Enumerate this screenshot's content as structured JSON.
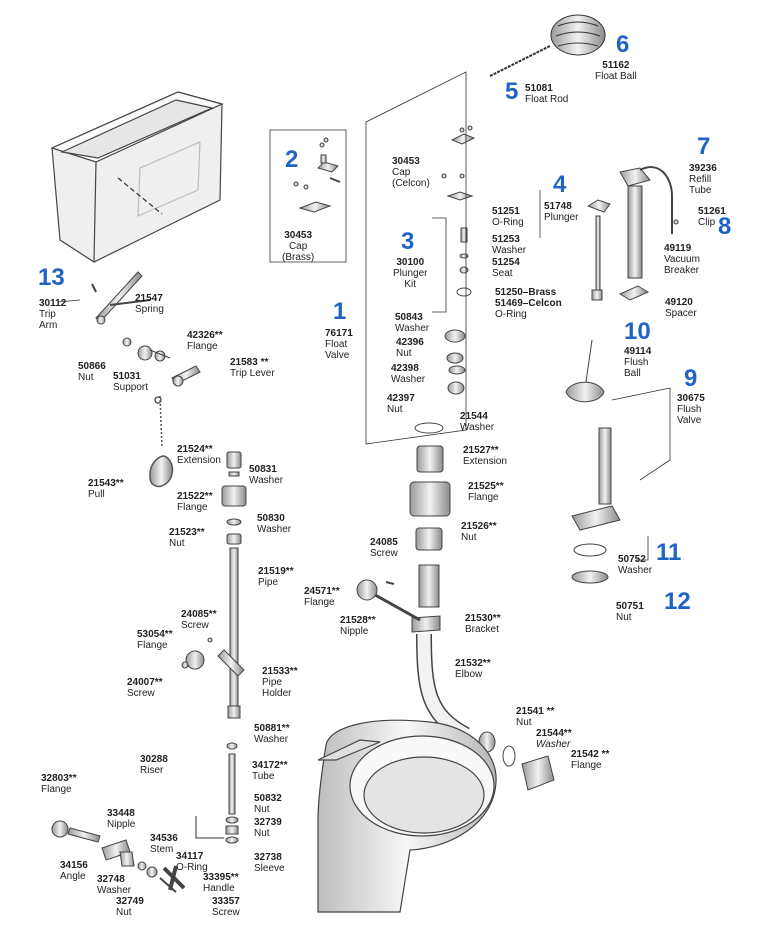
{
  "callouts": [
    "1",
    "2",
    "3",
    "4",
    "5",
    "6",
    "7",
    "8",
    "9",
    "10",
    "11",
    "12",
    "13"
  ],
  "parts": {
    "p51162": {
      "no": "51162",
      "name": "Float Ball"
    },
    "p51081": {
      "no": "51081",
      "name": "Float Rod"
    },
    "p30453c": {
      "no": "30453",
      "name": "Cap\n(Celcon)"
    },
    "p30453b": {
      "no": "30453",
      "name": "Cap\n(Brass)"
    },
    "p51251": {
      "no": "51251",
      "name": "O-Ring"
    },
    "p51253": {
      "no": "51253",
      "name": "Washer"
    },
    "p51254": {
      "no": "51254",
      "name": "Seat"
    },
    "p51250": {
      "no": "51250–Brass",
      "name": ""
    },
    "p51469": {
      "no": "51469–Celcon",
      "name": "O-Ring"
    },
    "p30100": {
      "no": "30100",
      "name": "Plunger\nKit"
    },
    "p51748": {
      "no": "51748",
      "name": "Plunger"
    },
    "p39236": {
      "no": "39236",
      "name": "Refill\nTube"
    },
    "p51261": {
      "no": "51261",
      "name": "Clip"
    },
    "p49119": {
      "no": "49119",
      "name": "Vacuum\nBreaker"
    },
    "p49120": {
      "no": "49120",
      "name": "Spacer"
    },
    "p49114": {
      "no": "49114",
      "name": "Flush\nBall"
    },
    "p30675": {
      "no": "30675",
      "name": "Flush\nValve"
    },
    "p50752": {
      "no": "50752",
      "name": "Washer"
    },
    "p50751": {
      "no": "50751",
      "name": "Nut"
    },
    "p76171": {
      "no": "76171",
      "name": "Float\nValve"
    },
    "p50843": {
      "no": "50843",
      "name": "Washer"
    },
    "p42396": {
      "no": "42396",
      "name": "Nut"
    },
    "p42398": {
      "no": "42398",
      "name": "Washer"
    },
    "p42397": {
      "no": "42397",
      "name": "Nut"
    },
    "p21544a": {
      "no": "21544",
      "name": "Washer"
    },
    "p21527": {
      "no": "21527**",
      "name": "Extension"
    },
    "p21525": {
      "no": "21525**",
      "name": "Flange"
    },
    "p21526": {
      "no": "21526**",
      "name": "Nut"
    },
    "p24085a": {
      "no": "24085",
      "name": "Screw"
    },
    "p24571": {
      "no": "24571**",
      "name": "Flange"
    },
    "p21528": {
      "no": "21528**",
      "name": "Nipple"
    },
    "p21530": {
      "no": "21530**",
      "name": "Bracket"
    },
    "p21532": {
      "no": "21532**",
      "name": "Elbow"
    },
    "p21541": {
      "no": "21541 **",
      "name": "Nut"
    },
    "p21544b": {
      "no": "21544**",
      "name": "Washer"
    },
    "p21542": {
      "no": "21542 **",
      "name": "Flange"
    },
    "p30112": {
      "no": "30112",
      "name": "Trip\nArm"
    },
    "p21547": {
      "no": "21547",
      "name": "Spring"
    },
    "p42326": {
      "no": "42326**",
      "name": "Flange"
    },
    "p50866": {
      "no": "50866",
      "name": "Nut"
    },
    "p51031": {
      "no": "51031",
      "name": "Support"
    },
    "p21583": {
      "no": "21583 **",
      "name": "Trip Lever"
    },
    "p21543": {
      "no": "21543**",
      "name": "Pull"
    },
    "p21524": {
      "no": "21524**",
      "name": "Extension"
    },
    "p50831": {
      "no": "50831",
      "name": "Washer"
    },
    "p21522": {
      "no": "21522**",
      "name": "Flange"
    },
    "p50830": {
      "no": "50830",
      "name": "Washer"
    },
    "p21523": {
      "no": "21523**",
      "name": "Nut"
    },
    "p21519": {
      "no": "21519**",
      "name": "Pipe"
    },
    "p24085b": {
      "no": "24085**",
      "name": "Screw"
    },
    "p53054": {
      "no": "53054**",
      "name": "Flange"
    },
    "p24007": {
      "no": "24007**",
      "name": "Screw"
    },
    "p21533": {
      "no": "21533**",
      "name": "Pipe\nHolder"
    },
    "p50881": {
      "no": "50881**",
      "name": "Washer"
    },
    "p30288": {
      "no": "30288",
      "name": "Riser"
    },
    "p34172": {
      "no": "34172**",
      "name": "Tube"
    },
    "p50832": {
      "no": "50832",
      "name": "Nut"
    },
    "p32739": {
      "no": "32739",
      "name": "Nut"
    },
    "p32738": {
      "no": "32738",
      "name": "Sleeve"
    },
    "p32803": {
      "no": "32803**",
      "name": "Flange"
    },
    "p33448": {
      "no": "33448",
      "name": "Nipple"
    },
    "p34536": {
      "no": "34536",
      "name": "Stem"
    },
    "p34117": {
      "no": "34117",
      "name": "O-Ring"
    },
    "p34156": {
      "no": "34156",
      "name": "Angle"
    },
    "p32748": {
      "no": "32748",
      "name": "Washer"
    },
    "p33395": {
      "no": "33395**",
      "name": "Handle"
    },
    "p32749": {
      "no": "32749",
      "name": "Nut"
    },
    "p33357": {
      "no": "33357",
      "name": "Screw"
    }
  },
  "colors": {
    "callout": "#1f64c4",
    "line": "#333333",
    "part": "#cccccc"
  }
}
